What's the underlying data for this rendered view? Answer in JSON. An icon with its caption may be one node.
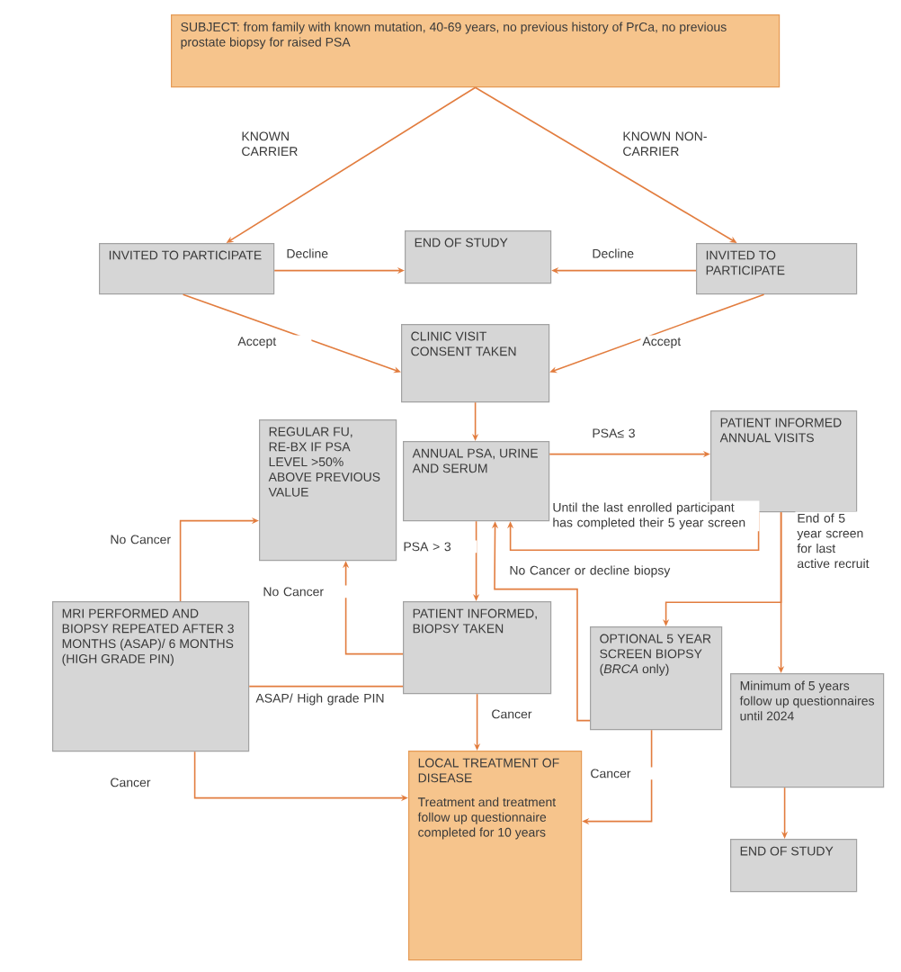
{
  "diagram": {
    "nodes": [
      {
        "text": [
          "SUBJECT: from family with known mutation, 40-69 years, no previous history of PrCa, no previous prostate biopsy for raised PSA"
        ]
      },
      {
        "text": [
          "INVITED TO PARTICIPATE"
        ]
      },
      {
        "text": [
          "END OF STUDY"
        ]
      },
      {
        "text": [
          "INVITED TO PARTICIPATE"
        ]
      },
      {
        "text": [
          "CLINIC VISIT CONSENT TAKEN"
        ]
      },
      {
        "text": [
          "REGULAR FU, RE-BX IF PSA LEVEL >50% ABOVE PREVIOUS VALUE"
        ]
      },
      {
        "text": [
          "ANNUAL PSA, URINE AND SERUM"
        ]
      },
      {
        "text": [
          "PATIENT INFORMED ANNUAL VISITS"
        ]
      },
      {
        "text": [
          "MRI PERFORMED AND BIOPSY REPEATED AFTER 3 MONTHS (ASAP)/ 6 MONTHS (HIGH GRADE PIN)"
        ]
      },
      {
        "text": [
          "PATIENT INFORMED, BIOPSY TAKEN"
        ]
      },
      {
        "text": [
          "OPTIONAL 5 YEAR SCREEN BIOPSY (*BRCA* only)"
        ]
      },
      {
        "text": [
          "LOCAL TREATMENT OF DISEASE",
          "Treatment and treatment follow up questionnaire completed for 10 years"
        ]
      },
      {
        "text": [
          "Minimum of 5 years follow up questionnaires until 2024"
        ]
      },
      {
        "text": [
          "END OF STUDY"
        ]
      }
    ],
    "edges": [
      {
        "from": 0,
        "to": 1,
        "arrow": "to",
        "label": "KNOWN CARRIER"
      },
      {
        "from": 0,
        "to": 3,
        "arrow": "to",
        "label": "KNOWN NON-CARRIER"
      },
      {
        "from": 1,
        "to": 2,
        "arrow": "to",
        "label": "Decline"
      },
      {
        "from": 3,
        "to": 2,
        "arrow": "to",
        "label": "Decline"
      },
      {
        "from": 1,
        "to": 4,
        "arrow": "to",
        "label": "Accept"
      },
      {
        "from": 3,
        "to": 4,
        "arrow": "to",
        "label": "Accept"
      },
      {
        "from": 4,
        "to": 6,
        "arrow": "to"
      },
      {
        "from": 6,
        "to": 7,
        "arrow": "to",
        "label": "PSA≤ 3"
      },
      {
        "from": 7,
        "to": 6,
        "arrow": "to",
        "label": "Until the last enrolled participant has completed their 5 year screen"
      },
      {
        "from": 6,
        "to": 9,
        "arrow": "to",
        "label": "PSA > 3"
      },
      {
        "from": 9,
        "to": 5,
        "arrow": "to",
        "label": "No Cancer"
      },
      {
        "from": 10,
        "to": 6,
        "arrow": "to",
        "label": "No Cancer or decline biopsy"
      },
      {
        "from": 7,
        "to": 10,
        "arrow": "to"
      },
      {
        "from": 7,
        "to": 12,
        "arrow": "to",
        "label": "End of 5 year screen for last active recruit"
      },
      {
        "from": 9,
        "to": 8,
        "arrow": "none",
        "label": "ASAP/ High grade PIN"
      },
      {
        "from": 8,
        "to": 5,
        "arrow": "to",
        "label": "No Cancer"
      },
      {
        "from": 8,
        "to": 11,
        "arrow": "to",
        "label": "Cancer"
      },
      {
        "from": 9,
        "to": 11,
        "arrow": "to",
        "label": "Cancer"
      },
      {
        "from": 10,
        "to": 11,
        "arrow": "to",
        "label": "Cancer"
      },
      {
        "from": 12,
        "to": 13,
        "arrow": "to"
      }
    ]
  }
}
